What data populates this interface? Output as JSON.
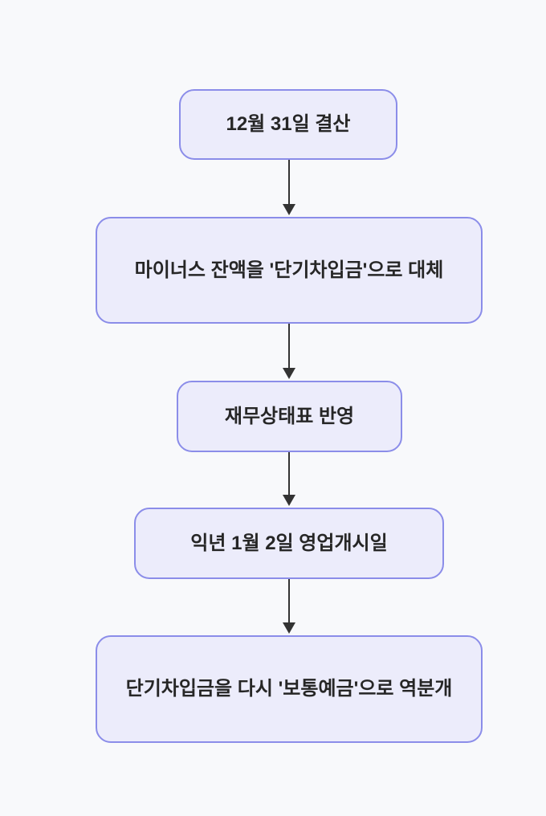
{
  "diagram": {
    "type": "flowchart",
    "direction": "top-down",
    "nodes": [
      {
        "id": "n1",
        "label": "12월 31일 결산"
      },
      {
        "id": "n2",
        "label": "마이너스 잔액을 '단기차입금'으로 대체"
      },
      {
        "id": "n3",
        "label": "재무상태표 반영"
      },
      {
        "id": "n4",
        "label": "익년 1월 2일 영업개시일"
      },
      {
        "id": "n5",
        "label": "단기차입금을 다시 '보통예금'으로 역분개"
      }
    ],
    "edges": [
      {
        "from": "n1",
        "to": "n2"
      },
      {
        "from": "n2",
        "to": "n3"
      },
      {
        "from": "n3",
        "to": "n4"
      },
      {
        "from": "n4",
        "to": "n5"
      }
    ],
    "colors": {
      "background": "#f8f9fb",
      "node_fill": "#ececfb",
      "node_border": "#8b8de9",
      "arrow": "#333333",
      "text": "#262626"
    }
  }
}
